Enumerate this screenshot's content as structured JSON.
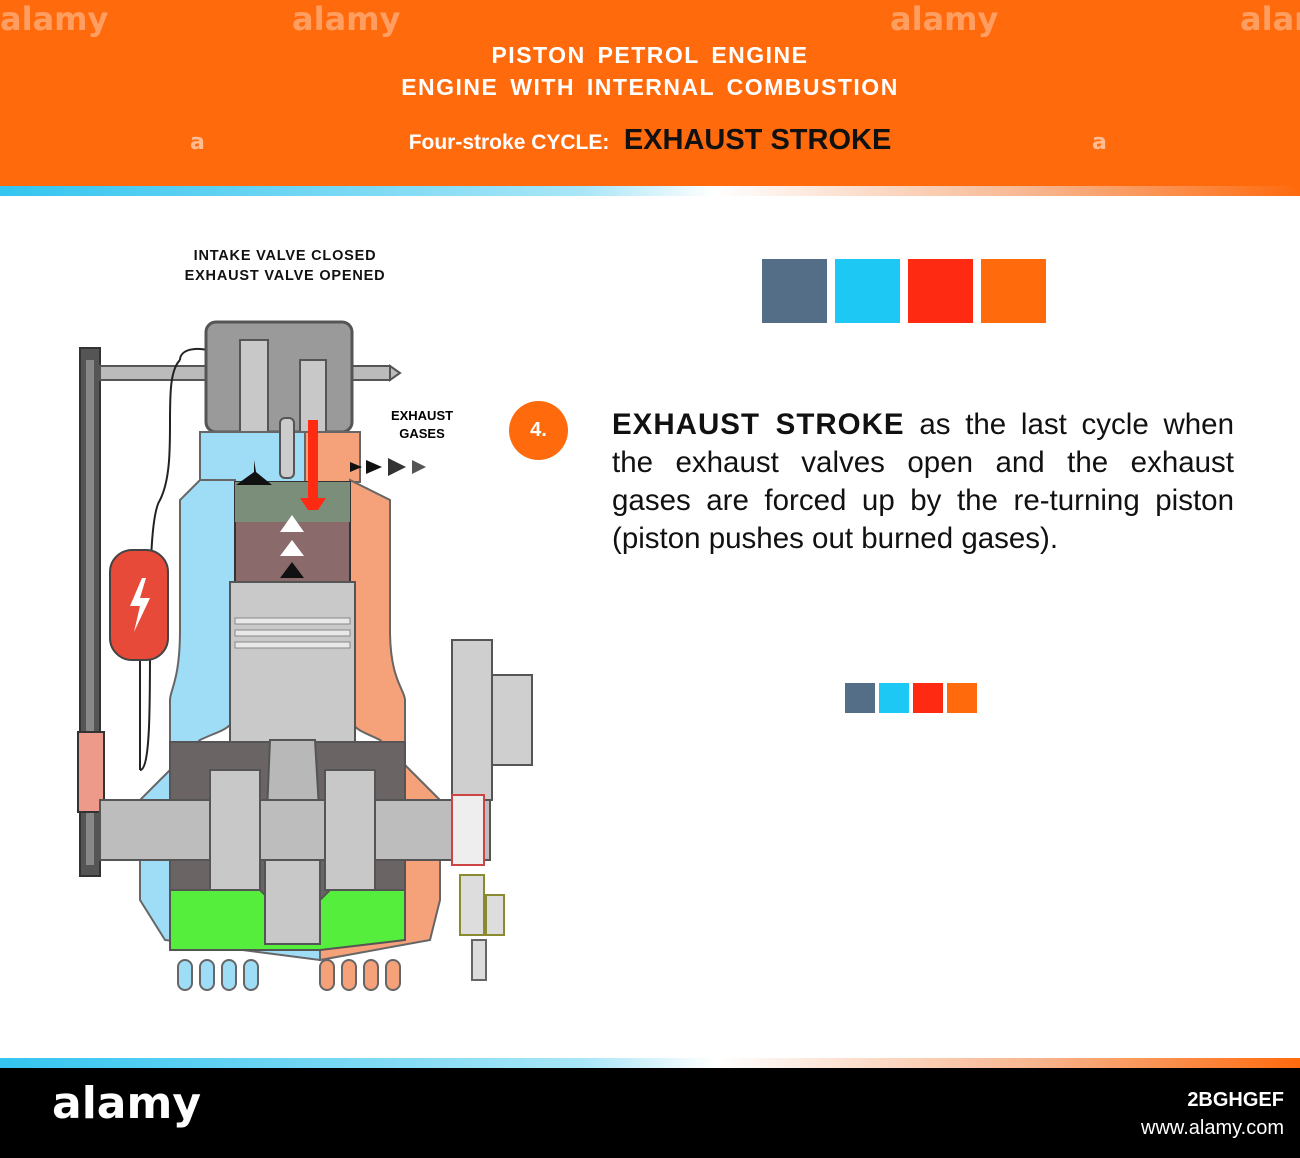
{
  "header": {
    "title_line1": "PISTON PETROL ENGINE",
    "title_line2": "ENGINE WITH INTERNAL COMBUSTION",
    "cycle_label": "Four-stroke CYCLE:",
    "cycle_value": "EXHAUST STROKE",
    "watermark_word": "alamy",
    "watermark_letter": "a"
  },
  "diagram": {
    "valve_status_line1": "INTAKE VALVE CLOSED",
    "valve_status_line2": "EXHAUST VALVE OPENED",
    "gases_label_line1": "EXHAUST",
    "gases_label_line2": "GASES"
  },
  "legend": {
    "colors": [
      "#546e87",
      "#1ec8f5",
      "#ff2a12",
      "#ff6a0d"
    ]
  },
  "description": {
    "step_number": "4.",
    "heading": "EXHAUST STROKE",
    "text": " as the last cycle when the exhaust valves open and the exhaust gases are forced up by the re-turning piston (piston pushes out burned gases)."
  },
  "footer": {
    "logo": "alamy",
    "image_id": "2BGHGEF",
    "url": "www.alamy.com"
  },
  "colors": {
    "accent_orange": "#ff6a0d",
    "coolant_blue": "#9fdcf5",
    "hot_orange": "#f5a17a",
    "oil_green": "#55ee3c",
    "exhaust_red": "#ff2a12"
  }
}
